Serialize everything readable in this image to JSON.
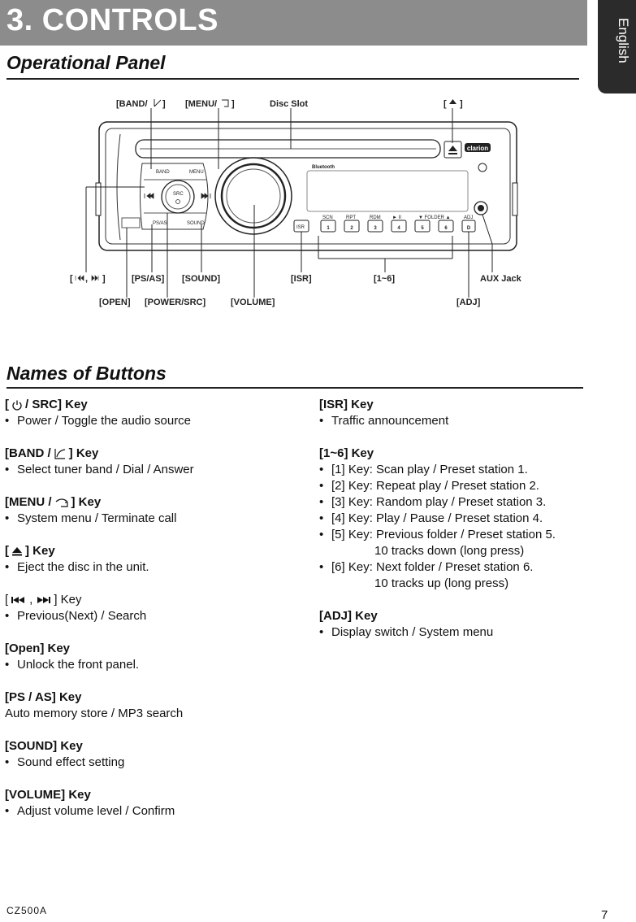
{
  "header": {
    "title": "3. CONTROLS",
    "language_tab": "English"
  },
  "operational_panel": {
    "title": "Operational Panel",
    "callouts": {
      "band": "[BAND/",
      "band_close": "]",
      "menu": "[MENU/",
      "menu_close": "]",
      "disc_slot": "Disc Slot",
      "eject_open": "[",
      "eject_close": "]",
      "prev_next_open": "[",
      "prev_next_sep": ",",
      "prev_next_close": "]",
      "ps_as": "[PS/AS]",
      "sound": "[SOUND]",
      "isr": "[ISR]",
      "one_six": "[1~6]",
      "aux_jack": "AUX Jack",
      "open": "[OPEN]",
      "power_src": "[POWER/SRC]",
      "volume": "[VOLUME]",
      "adj": "[ADJ]"
    },
    "device_labels": {
      "band": "BAND",
      "menu": "MENU",
      "src": "SRC",
      "ps_as": "PS/AS",
      "sound": "SOUND",
      "isr": "ISR",
      "bluetooth": "Bluetooth",
      "brand": "clarion",
      "top_row": [
        "SCN",
        "RPT",
        "RDM",
        "► II",
        "▼  FOLDER  ▲",
        "ADJ"
      ],
      "presets": [
        "1",
        "2",
        "3",
        "4",
        "5",
        "6",
        "D"
      ]
    }
  },
  "names_of_buttons": {
    "title": "Names of Buttons",
    "left": {
      "power_src": {
        "open": "[",
        "title": " / SRC] Key",
        "bullets": [
          "Power / Toggle the audio source"
        ]
      },
      "band": {
        "open": "[BAND /",
        "title": "] Key",
        "bullets": [
          "Select tuner band / Dial / Answer"
        ]
      },
      "menu": {
        "open": "[MENU /",
        "title": "] Key",
        "bullets": [
          "System menu / Terminate call"
        ]
      },
      "eject": {
        "open": "[",
        "title": "] Key",
        "bullets": [
          "Eject the disc in the unit."
        ]
      },
      "prev_next": {
        "open": "[",
        "sep": ",",
        "title": "] Key",
        "bullets": [
          "Previous(Next) / Search"
        ]
      },
      "open_key": {
        "title": "[Open] Key",
        "bullets": [
          "Unlock the front panel."
        ]
      },
      "ps_as": {
        "title": "[PS / AS] Key",
        "text": "Auto memory store / MP3 search"
      },
      "sound": {
        "title": "[SOUND] Key",
        "bullets": [
          "Sound effect setting"
        ]
      },
      "volume": {
        "title": "[VOLUME] Key",
        "bullets": [
          "Adjust volume level / Confirm"
        ]
      }
    },
    "right": {
      "isr": {
        "title": "[ISR] Key",
        "bullets": [
          "Traffic announcement"
        ]
      },
      "one_six": {
        "title": "[1~6] Key",
        "bullets": [
          "[1] Key: Scan play / Preset station 1.",
          "[2] Key: Repeat play / Preset station 2.",
          "[3] Key: Random play / Preset station 3.",
          "[4] Key: Play / Pause / Preset station 4.",
          "[5] Key: Previous folder / Preset station 5.",
          "[6] Key: Next folder / Preset station 6."
        ],
        "continuations": [
          "10 tracks down (long press)",
          "10 tracks up (long press)"
        ]
      },
      "adj": {
        "title": "[ADJ] Key",
        "bullets": [
          "Display switch / System menu"
        ]
      }
    }
  },
  "footer": {
    "model": "CZ500A",
    "page": "7"
  }
}
